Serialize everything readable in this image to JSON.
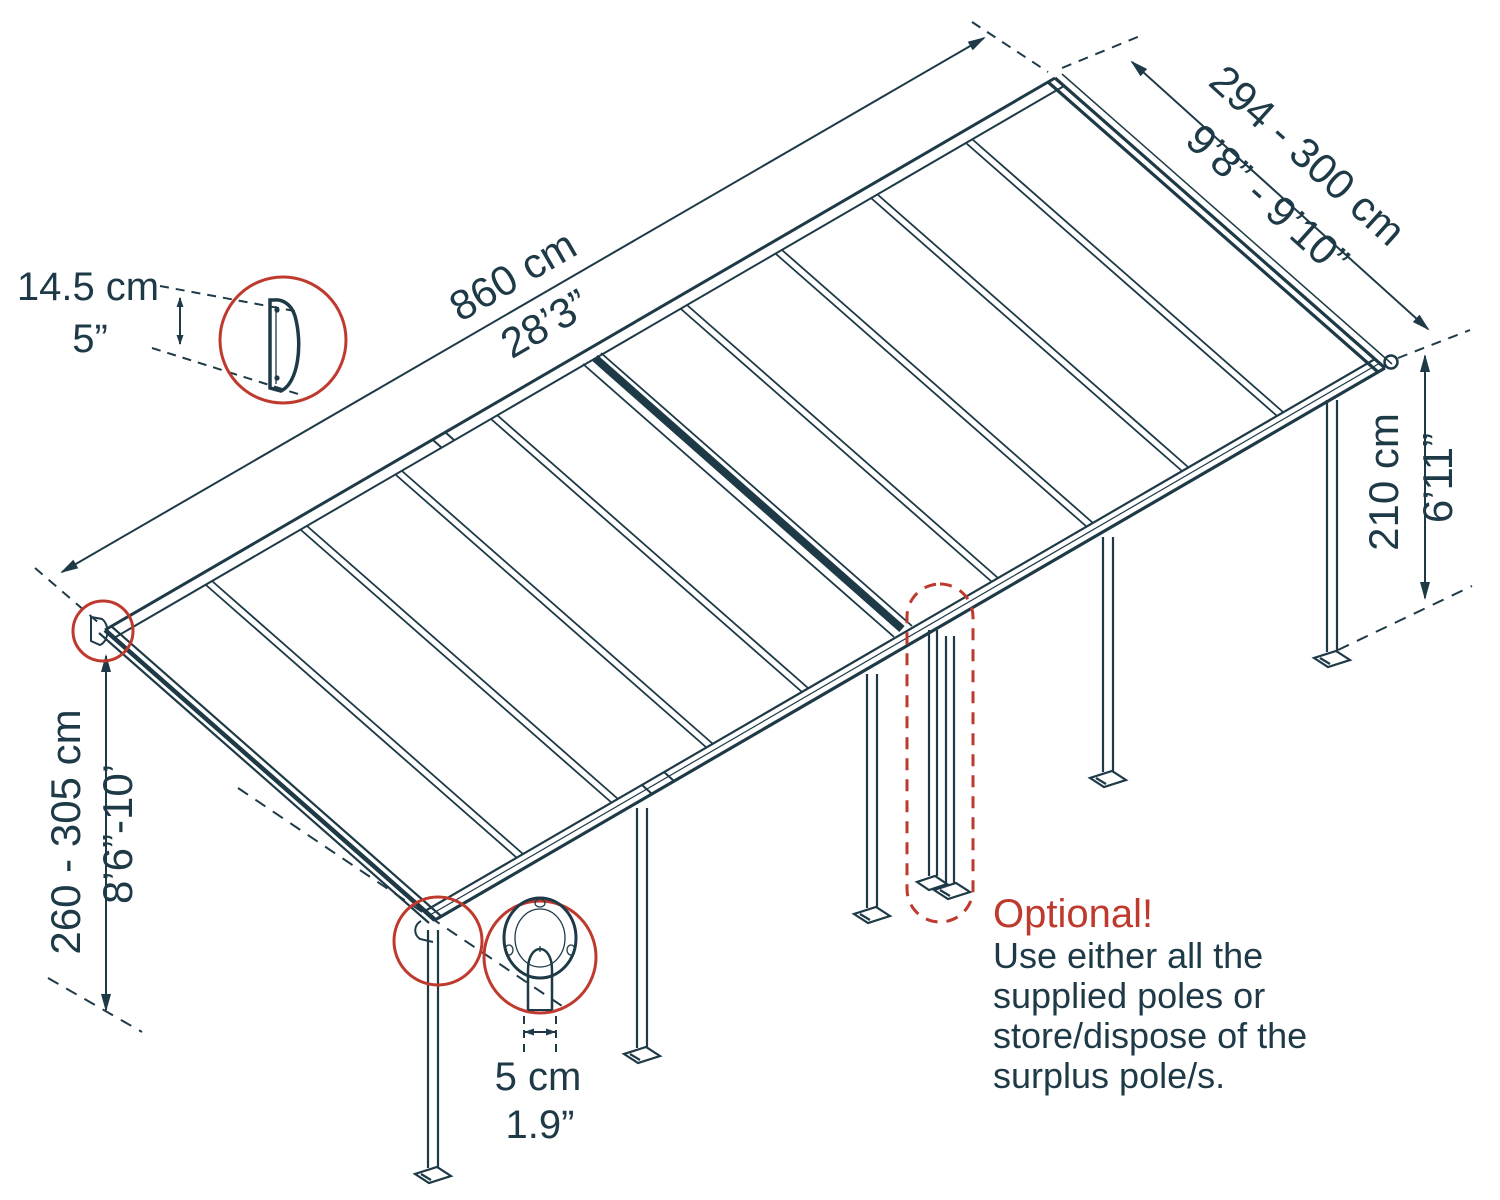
{
  "diagram": {
    "type": "patio-cover-dimension-drawing",
    "colors": {
      "line": "#1e3a47",
      "accent": "#bf3a2e"
    },
    "dims": {
      "profile_height": {
        "metric": "14.5 cm",
        "imperial": "5”"
      },
      "length": {
        "metric": "860 cm",
        "imperial": "28’3”"
      },
      "width": {
        "metric": "294 - 300 cm",
        "imperial": "9’8” - 9’10”"
      },
      "front_height": {
        "metric": "210 cm",
        "imperial": "6’11”"
      },
      "wall_height": {
        "metric": "260 - 305 cm",
        "imperial": "8’6”-10’"
      },
      "pole_diameter": {
        "metric": "5 cm",
        "imperial": "1.9”"
      }
    },
    "note": {
      "title": "Optional!",
      "lines": [
        "Use either all the",
        "supplied poles or",
        "store/dispose of the",
        "surplus pole/s."
      ]
    }
  }
}
